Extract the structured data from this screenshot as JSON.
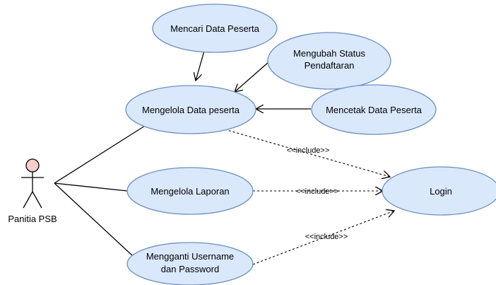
{
  "actor": {
    "label": "Panitia PSB",
    "head_color": "#f8cecc"
  },
  "use_cases": {
    "mencari": {
      "lines": [
        "Mencari Data Peserta"
      ]
    },
    "mengubah": {
      "lines": [
        "Mengubah Status",
        "Pendaftaran"
      ]
    },
    "mengelola_data": {
      "lines": [
        "Mengelola Data peserta"
      ]
    },
    "mencetak": {
      "lines": [
        "Mencetak Data Peserta"
      ]
    },
    "mengelola_laporan": {
      "lines": [
        "Mengelola Laporan"
      ]
    },
    "login": {
      "lines": [
        "Login"
      ]
    },
    "mengganti": {
      "lines": [
        "Mengganti Username",
        "dan Password"
      ]
    }
  },
  "relations": {
    "include_label": "<<include>>"
  },
  "colors": {
    "use_case_fill": "#dae8fc",
    "use_case_stroke": "#6c8ebf"
  }
}
